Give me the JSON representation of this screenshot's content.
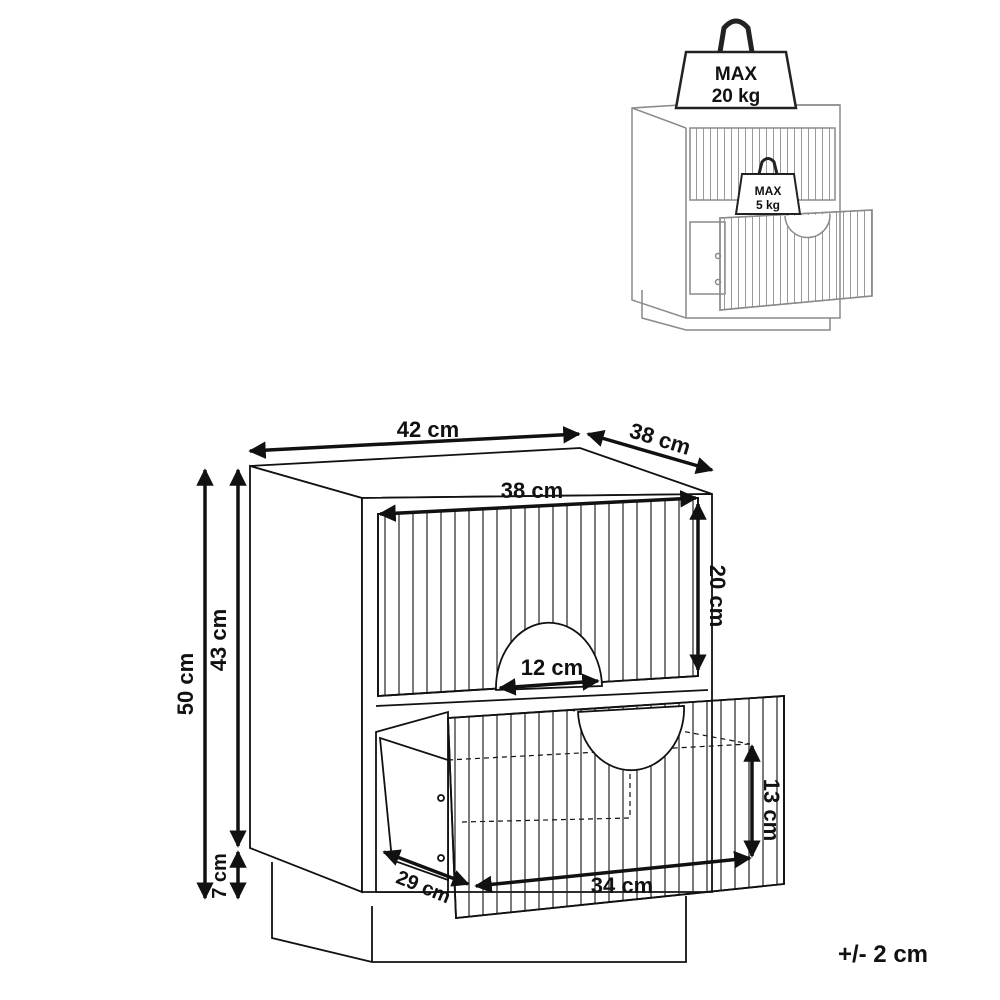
{
  "weights": {
    "top_max": "MAX",
    "top_value": "20 kg",
    "drawer_max": "MAX",
    "drawer_value": "5 kg"
  },
  "dimensions": {
    "width": "42 cm",
    "depth": "38 cm",
    "height_total": "50 cm",
    "height_body": "43 cm",
    "plinth": "7 cm",
    "drawer_width": "38 cm",
    "drawer_height": "20 cm",
    "handle_width": "12 cm",
    "inner_height": "13 cm",
    "inner_width": "34 cm",
    "inner_depth": "29 cm"
  },
  "tolerance": "+/- 2 cm",
  "colors": {
    "line": "#111111",
    "thumbnail_line": "#8a8a8a"
  }
}
